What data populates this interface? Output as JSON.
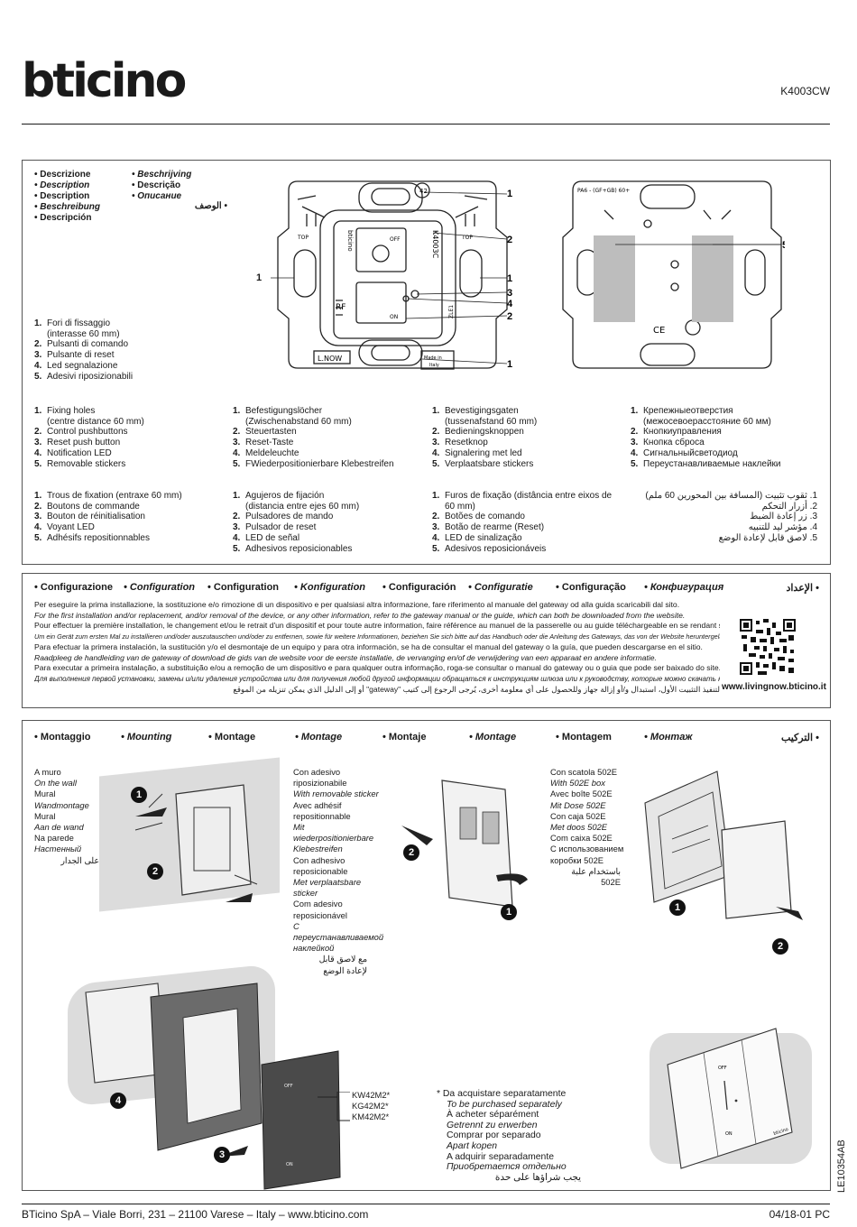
{
  "header": {
    "brand": "bticino",
    "product_code": "K4003CW"
  },
  "description": {
    "titles": [
      "• Descrizione",
      "• Description",
      "• Description",
      "• Beschreibung",
      "• Descripción",
      "• Beschrijving",
      "• Descrição",
      "• Описание",
      "• الوصف"
    ],
    "lists": {
      "it": [
        "Fori di fissaggio",
        "(interasse 60 mm)",
        "Pulsanti di comando",
        "Pulsante di reset",
        "Led segnalazione",
        "Adesivi riposizionabili"
      ],
      "en": [
        "Fixing holes",
        "(centre distance 60 mm)",
        "Control pushbuttons",
        "Reset push button",
        "Notification LED",
        "Removable stickers"
      ],
      "de": [
        "Befestigungslöcher",
        "(Zwischenabstand 60 mm)",
        "Steuertasten",
        "Reset-Taste",
        "Meldeleuchte",
        "FWiederpositionierbare Klebestreifen"
      ],
      "nl": [
        "Bevestigingsgaten",
        "(tussenafstand 60 mm)",
        "Bedieningsknoppen",
        "Resetknop",
        "Signalering met led",
        "Verplaatsbare stickers"
      ],
      "ru": [
        "Крепежныеотверстия",
        "(межосевоерасстояние 60 мм)",
        "Кнопкиуправления",
        "Кнопка сброса",
        "Сигнальныйсветодиод",
        "Переустанавливаемые наклейки"
      ],
      "fr": [
        "Trous de fixation (entraxe 60 mm)",
        "Boutons de commande",
        "Bouton de réinitialisation",
        "Voyant LED",
        "Adhésifs repositionnables"
      ],
      "es": [
        "Agujeros de fijación",
        "(distancia entre ejes 60 mm)",
        "Pulsadores de mando",
        "Pulsador de reset",
        "LED de señal",
        "Adhesivos reposicionables"
      ],
      "pt": [
        "Furos de fixação (distância entre eixos de",
        "60 mm)",
        "Botões de comando",
        "Botão de rearme (Reset)",
        "LED de sinalização",
        "Adesivos reposicionáveis"
      ],
      "ar": [
        "ثقوب تثبيت (المسافة بين المحورين 60 ملم)",
        "أزرار التحكم",
        "زر إعادة الضبط",
        "مؤشر ليد للتنبيه",
        "لاصق قابل لإعادة الوضع"
      ]
    },
    "nums": [
      "1.",
      "2.",
      "3.",
      "4.",
      "5."
    ],
    "front_labels": {
      "off": "OFF",
      "on": "ON",
      "rf": "RF",
      "model": "K4003C",
      "brand_small": "bticino",
      "lnow": "L.NOW",
      "made_in": "Made in",
      "italy": "Italy",
      "top": "TOP",
      "zle": "ZLE1",
      "pos": "42"
    },
    "back_labels": {
      "pa": "PA6 - (GF+GB) 60+",
      "ce": "CE"
    },
    "callouts": [
      "1",
      "2",
      "1",
      "3",
      "4",
      "2",
      "1",
      "1",
      "5"
    ]
  },
  "config": {
    "titles": [
      "• Configurazione",
      "• Configuration",
      "• Configuration",
      "• Konfiguration",
      "• Configuración",
      "• Configuratie",
      "• Configuração",
      "• Конфигурация",
      "• الإعداد"
    ],
    "lines": [
      "Per eseguire la prima installazione, la sostituzione e/o rimozione di un dispositivo e per qualsiasi altra informazione, fare riferimento al manuale del gateway od alla guida scaricabili dal sito.",
      "For the first installation and/or replacement, and/or removal of the device, or any other information, refer to the gateway manual or the guide, which can both be downloaded from the website.",
      "Pour effectuer la première installation, le changement et/ou le retrait d'un dispositif et pour toute autre information, faire référence au manuel de la passerelle ou au guide téléchargeable en se rendant sur le site.",
      "Um ein Gerät zum ersten Mal zu installieren und/oder auszutauschen und/oder zu entfernen, sowie für weitere Informationen, beziehen Sie sich bitte auf das Handbuch oder die Anleitung des Gateways, das von der Website heruntergeladen werden kann.",
      "Para efectuar la primera instalación, la sustitución y/o el desmontaje de un equipo y para otra información, se ha de consultar el manual del gateway o la guía, que pueden descargarse en el sitio.",
      "Raadpleeg de handleiding van de gateway of download de gids van de website voor de eerste installatie, de vervanging en/of de verwijdering van een apparaat en andere informatie.",
      "Para executar a primeira instalação, a substituição e/ou a remoção de um dispositivo e para qualquer outra informação, roga-se consultar o manual do gateway ou o guia que pode ser baixado do site.",
      "Для выполнения первой установки, замены и/или удаления устройства или для получения любой другой информации обращаться к инструкциям шлюза или к руководству, которые можно скачать на сайте.",
      "لتنفيذ التثبيت الأول، استبدال و/أو إزالة جهاز وللحصول على أي معلومة أخرى، يُرجى الرجوع إلى كتيب \"gateway\" أو إلى الدليل الذي يمكن تنزيله من الموقع"
    ],
    "website": "www.livingnow.bticino.it"
  },
  "mounting": {
    "titles": [
      "• Montaggio",
      "• Mounting",
      "• Montage",
      "• Montage",
      "• Montaje",
      "• Montage",
      "• Montagem",
      "• Монтаж",
      "• التركيب"
    ],
    "wall": [
      "A muro",
      "On the wall",
      "Mural",
      "Wandmontage",
      "Mural",
      "Aan de wand",
      "Na parede",
      "Настенный",
      "على الجدار"
    ],
    "adhesive": [
      "Con adesivo",
      "riposizionabile",
      "With removable sticker",
      "Avec adhésif",
      "repositionnable",
      "Mit wiederpositionierbare",
      "Klebestreifen",
      "Con adhesivo",
      "reposicionable",
      "Met verplaatsbare sticker",
      "Com adesivo",
      "reposicionável",
      "С переустанавливаемой",
      "наклейкой",
      "مع لاصق قابل",
      "لإعادة الوضع"
    ],
    "box502": [
      "Con scatola 502E",
      "With 502E box",
      "Avec boîte 502E",
      "Mit Dose 502E",
      "Con caja 502E",
      "Met doos 502E",
      "Com caixa 502E",
      "С использованием",
      "коробки 502E",
      "باستخدام علبة",
      "502E"
    ],
    "plates": [
      "KW42M2*",
      "KG42M2*",
      "KM42M2*"
    ],
    "separately": [
      "*  Da acquistare separatamente",
      "To be purchased separately",
      "À acheter séparément",
      "Getrennt zu erwerben",
      "Comprar por separado",
      "Apart kopen",
      "A adquirir separadamente",
      "Приобретается отдельно",
      "يجب شراؤها على حدة"
    ],
    "callouts": [
      "1",
      "2",
      "2",
      "1",
      "1",
      "2",
      "4",
      "3"
    ],
    "device_labels": {
      "off": "OFF",
      "on": "ON",
      "brand_small": "bticino"
    }
  },
  "footer": {
    "address": "BTicino SpA – Viale Borri, 231 – 21100 Varese – Italy – www.bticino.com",
    "date_code": "04/18-01 PC",
    "doc_code": "LE10354AB"
  }
}
